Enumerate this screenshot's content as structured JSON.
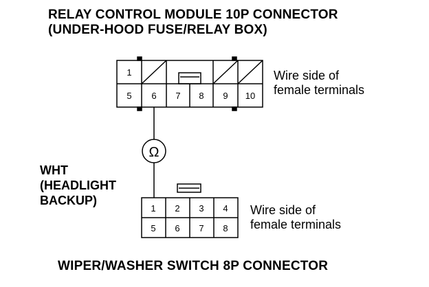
{
  "top_connector": {
    "title_line1": "RELAY CONTROL MODULE 10P CONNECTOR",
    "title_line2": "(UNDER-HOOD FUSE/RELAY BOX)",
    "pins_top_row": [
      "1"
    ],
    "pins_bottom_row": [
      "5",
      "6",
      "7",
      "8",
      "9",
      "10"
    ],
    "side_label_line1": "Wire side of",
    "side_label_line2": "female terminals"
  },
  "meter": {
    "symbol": "Ω"
  },
  "wire_label": {
    "line1": "WHT",
    "line2": "(HEADLIGHT",
    "line3": "BACKUP)"
  },
  "bottom_connector": {
    "pins_top_row": [
      "1",
      "2",
      "3",
      "4"
    ],
    "pins_bottom_row": [
      "5",
      "6",
      "7",
      "8"
    ],
    "side_label_line1": "Wire side of",
    "side_label_line2": "female terminals",
    "title": "WIPER/WASHER SWITCH 8P CONNECTOR"
  }
}
